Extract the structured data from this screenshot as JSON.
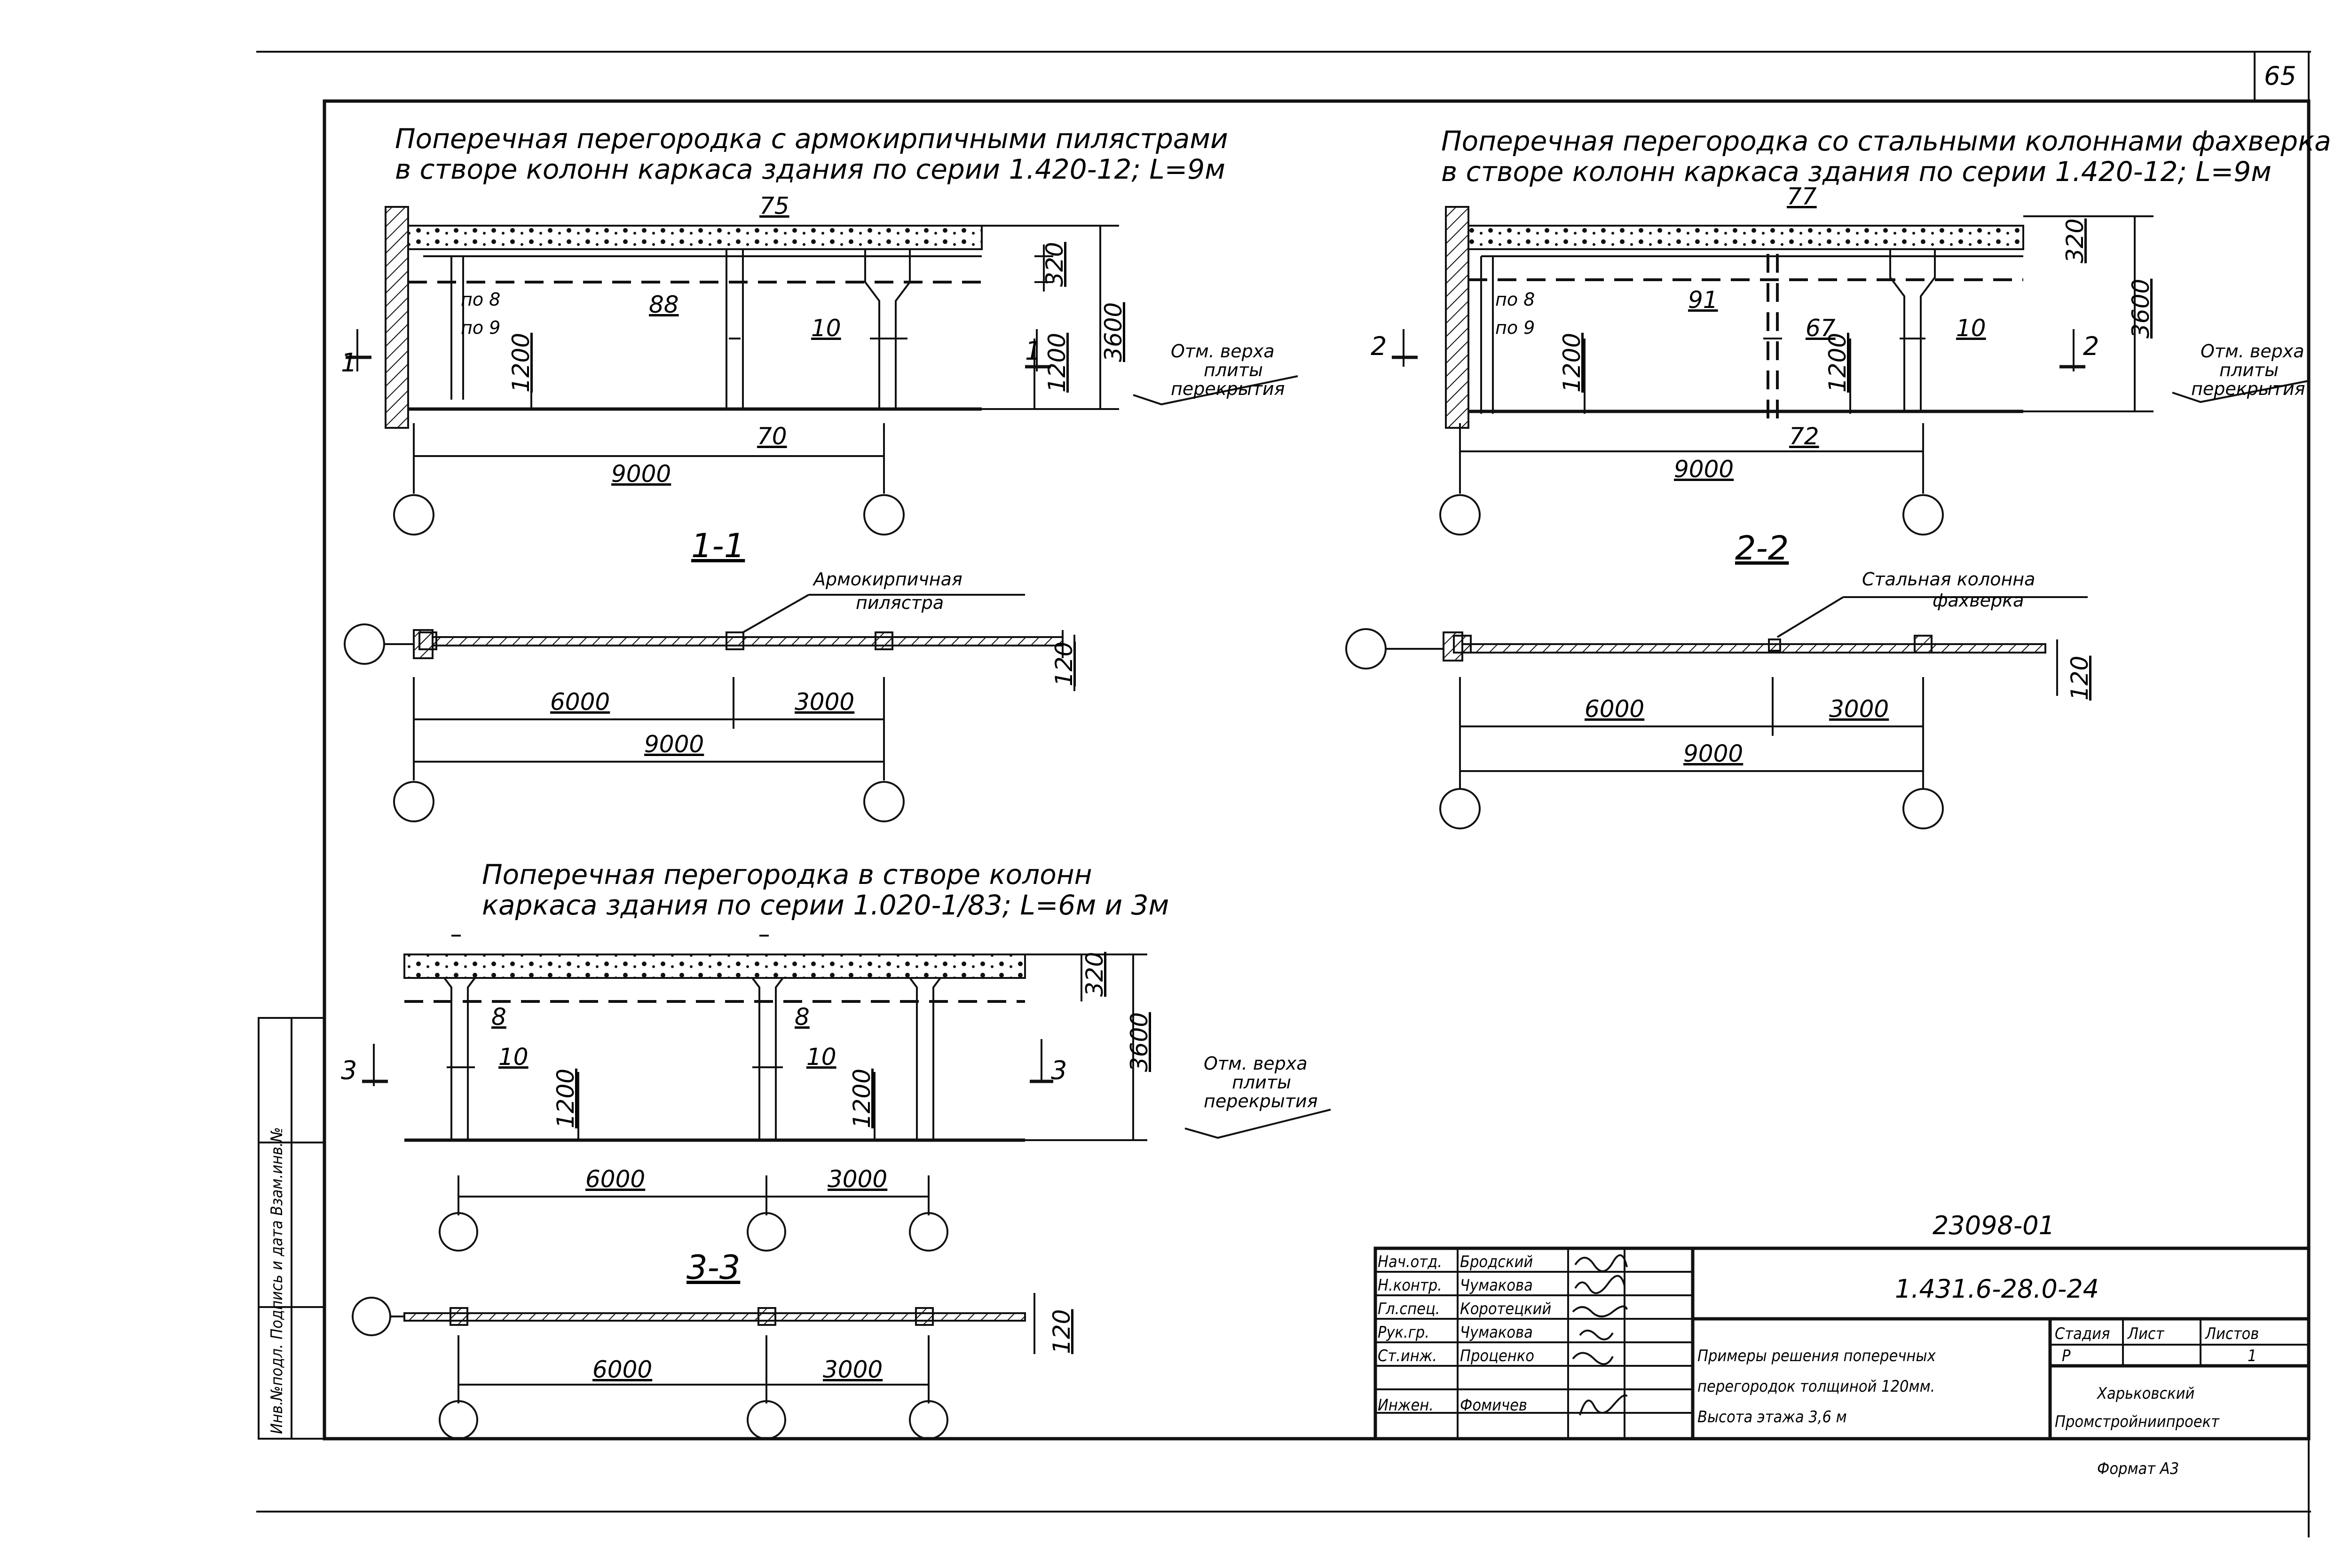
{
  "sheet": {
    "page_number": "65",
    "archive_number": "23098-01",
    "format_label": "Формат А3"
  },
  "side_stamp": {
    "text": "Инв.№подл. Подпись и дата Взам.инв.№"
  },
  "diagram1": {
    "title_line1": "Поперечная перегородка с армокирпичными пилястрами",
    "title_line2": "в створе колонн каркаса здания по серии 1.420-12; L=9м",
    "dims": {
      "d75": "75",
      "d88": "88",
      "d70": "70",
      "d10": "10",
      "d320": "320",
      "d3600": "3600",
      "d1200a": "1200",
      "d1200b": "1200",
      "d9000": "9000"
    },
    "labels": {
      "po8": "по 8",
      "po9": "по 9",
      "cut": "1"
    },
    "elevation_note": [
      "Отм. верха",
      "плиты",
      "перекрытия"
    ]
  },
  "diagram2": {
    "title_line1": "Поперечная перегородка со стальными колоннами фахверка",
    "title_line2": "в створе колонн каркаса здания по серии 1.420-12; L=9м",
    "dims": {
      "d77": "77",
      "d91": "91",
      "d67": "67",
      "d72": "72",
      "d10": "10",
      "d320": "320",
      "d3600": "3600",
      "d1200a": "1200",
      "d1200b": "1200",
      "d9000": "9000"
    },
    "labels": {
      "po8": "по 8",
      "po9": "по 9",
      "cut": "2"
    },
    "elevation_note": [
      "Отм. верха",
      "плиты",
      "перекрытия"
    ]
  },
  "section11": {
    "title": "1-1",
    "callout": [
      "Армокирпичная",
      "пилястра"
    ],
    "dims": {
      "d6000": "6000",
      "d3000": "3000",
      "d9000": "9000",
      "d120": "120"
    }
  },
  "section22": {
    "title": "2-2",
    "callout": [
      "Стальная колонна",
      "фахверка"
    ],
    "dims": {
      "d6000": "6000",
      "d3000": "3000",
      "d9000": "9000",
      "d120": "120"
    }
  },
  "diagram3": {
    "title_line1": "Поперечная перегородка в створе колонн",
    "title_line2": "каркаса здания по серии 1.020-1/83; L=6м и 3м",
    "dims": {
      "d8a": "8",
      "d8b": "8",
      "d10a": "10",
      "d10b": "10",
      "d1200a": "1200",
      "d1200b": "1200",
      "d320": "320",
      "d3600": "3600",
      "d6000": "6000",
      "d3000": "3000"
    },
    "labels": {
      "cut": "3"
    },
    "elevation_note": [
      "Отм. верха",
      "плиты",
      "перекрытия"
    ]
  },
  "section33": {
    "title": "3-3",
    "dims": {
      "d6000": "6000",
      "d3000": "3000",
      "d120": "120"
    }
  },
  "title_block": {
    "roles": [
      "Нач.отд.",
      "Н.контр.",
      "Гл.спец.",
      "Рук.гр.",
      "Ст.инж.",
      "Инжен."
    ],
    "names": [
      "Бродский",
      "Чумакова",
      "Коротецкий",
      "Чумакова",
      "Проценко",
      "Фомичев"
    ],
    "doc_code": "1.431.6-28.0-24",
    "description": [
      "Примеры решения поперечных",
      "перегородок толщиной 120мм.",
      "Высота этажа 3,6 м"
    ],
    "stage_header": "Стадия",
    "sheet_header": "Лист",
    "sheets_header": "Листов",
    "stage": "Р",
    "sheets": "1",
    "org": [
      "Харьковский",
      "Промстройниипроект"
    ]
  }
}
